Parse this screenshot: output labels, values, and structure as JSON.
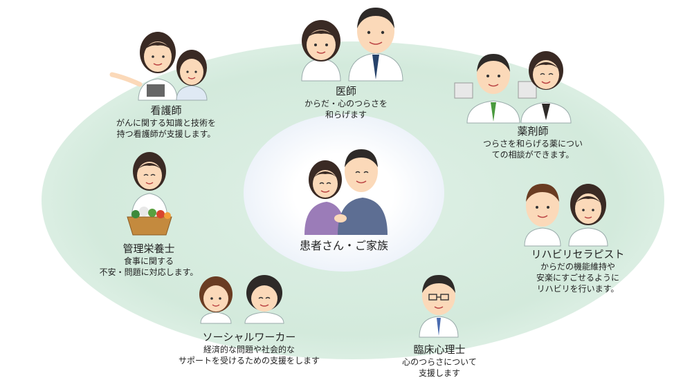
{
  "center": {
    "label": "患者さん・ご家族"
  },
  "roles": {
    "doctor": {
      "title": "医師",
      "lines": [
        "からだ・心のつらさを",
        "和らげます"
      ]
    },
    "nurse": {
      "title": "看護師",
      "lines": [
        "がんに関する知識と技術を",
        "持つ看護師が支援します。"
      ]
    },
    "pharmacist": {
      "title": "薬剤師",
      "lines": [
        "つらさを和らげる薬につい",
        "ての相談ができます。"
      ]
    },
    "dietitian": {
      "title": "管理栄養士",
      "lines": [
        "食事に関する",
        "不安・問題に対応します。"
      ]
    },
    "rehab": {
      "title": "リハビリセラピスト",
      "lines": [
        "からだの機能維持や",
        "安楽にすごせるように",
        "リハビリを行います。"
      ]
    },
    "social": {
      "title": "ソーシャルワーカー",
      "lines": [
        "経済的な問題や社会的な",
        "サポートを受けるための支援をします"
      ]
    },
    "psych": {
      "title": "臨床心理士",
      "lines": [
        "心のつらさについて",
        "支援します"
      ]
    }
  },
  "colors": {
    "ring": "#d3eadc",
    "skin": "#fbd9b9",
    "hair": "#3a2a24",
    "coat": "#ffffff",
    "tie_green": "#4a9a3e",
    "tie_blue": "#4a6bb0",
    "patient_purple": "#9b7cb8",
    "patient_blue": "#5d6e93"
  }
}
